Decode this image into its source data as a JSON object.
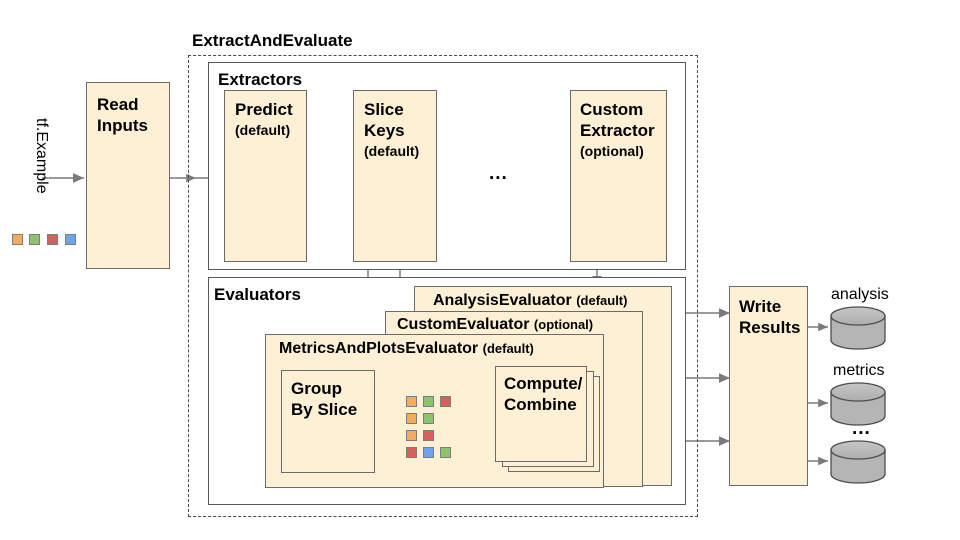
{
  "diagram": {
    "title_group": "ExtractAndEvaluate",
    "input_label": "tf.Example",
    "input_swatches": [
      "orange",
      "green",
      "red",
      "blue"
    ],
    "read_inputs": {
      "line1": "Read",
      "line2": "Inputs"
    },
    "extractors": {
      "title": "Extractors",
      "boxes": [
        {
          "name": "predict",
          "line1": "Predict",
          "sub": "(default)",
          "has_graph_icon": true
        },
        {
          "name": "slice-keys",
          "line1": "Slice",
          "line2": "Keys",
          "sub": "(default)"
        },
        {
          "name": "ellipsis",
          "text": "..."
        },
        {
          "name": "custom-extractor",
          "line1": "Custom",
          "line2": "Extractor",
          "sub": "(optional)"
        }
      ]
    },
    "evaluators": {
      "title": "Evaluators",
      "analysis_evaluator": {
        "name": "AnalysisEvaluator",
        "qualifier": "(default)"
      },
      "custom_evaluator": {
        "name": "CustomEvaluator",
        "qualifier": "(optional)"
      },
      "metrics_and_plots_evaluator": {
        "name": "MetricsAndPlotsEvaluator",
        "qualifier": "(default)"
      },
      "group_by_slice": {
        "line1": "Group",
        "line2": "By Slice"
      },
      "compute_combine": {
        "line1": "Compute/",
        "line2": "Combine"
      },
      "slice_grid": [
        [
          "orange",
          "green",
          "red"
        ],
        [
          "orange",
          "green"
        ],
        [
          "orange",
          "red"
        ],
        [
          "red",
          "blue",
          "green"
        ]
      ]
    },
    "write_results": {
      "line1": "Write",
      "line2": "Results"
    },
    "sinks": [
      {
        "name": "analysis-store",
        "label": "analysis"
      },
      {
        "name": "metrics-store",
        "label": "metrics"
      },
      {
        "name": "more-stores",
        "label": "..."
      }
    ],
    "colors": {
      "box_fill": "#fdf0d4",
      "box_stroke": "#6b6b6b",
      "group_stroke": "#4a4a4a",
      "cylinder_fill": "#b5b5b5",
      "arrow": "#7a7a7a",
      "swatch_orange": "#f3ab5d",
      "swatch_green": "#8dc26f",
      "swatch_red": "#d95f5c",
      "swatch_blue": "#6fa3e8"
    }
  }
}
